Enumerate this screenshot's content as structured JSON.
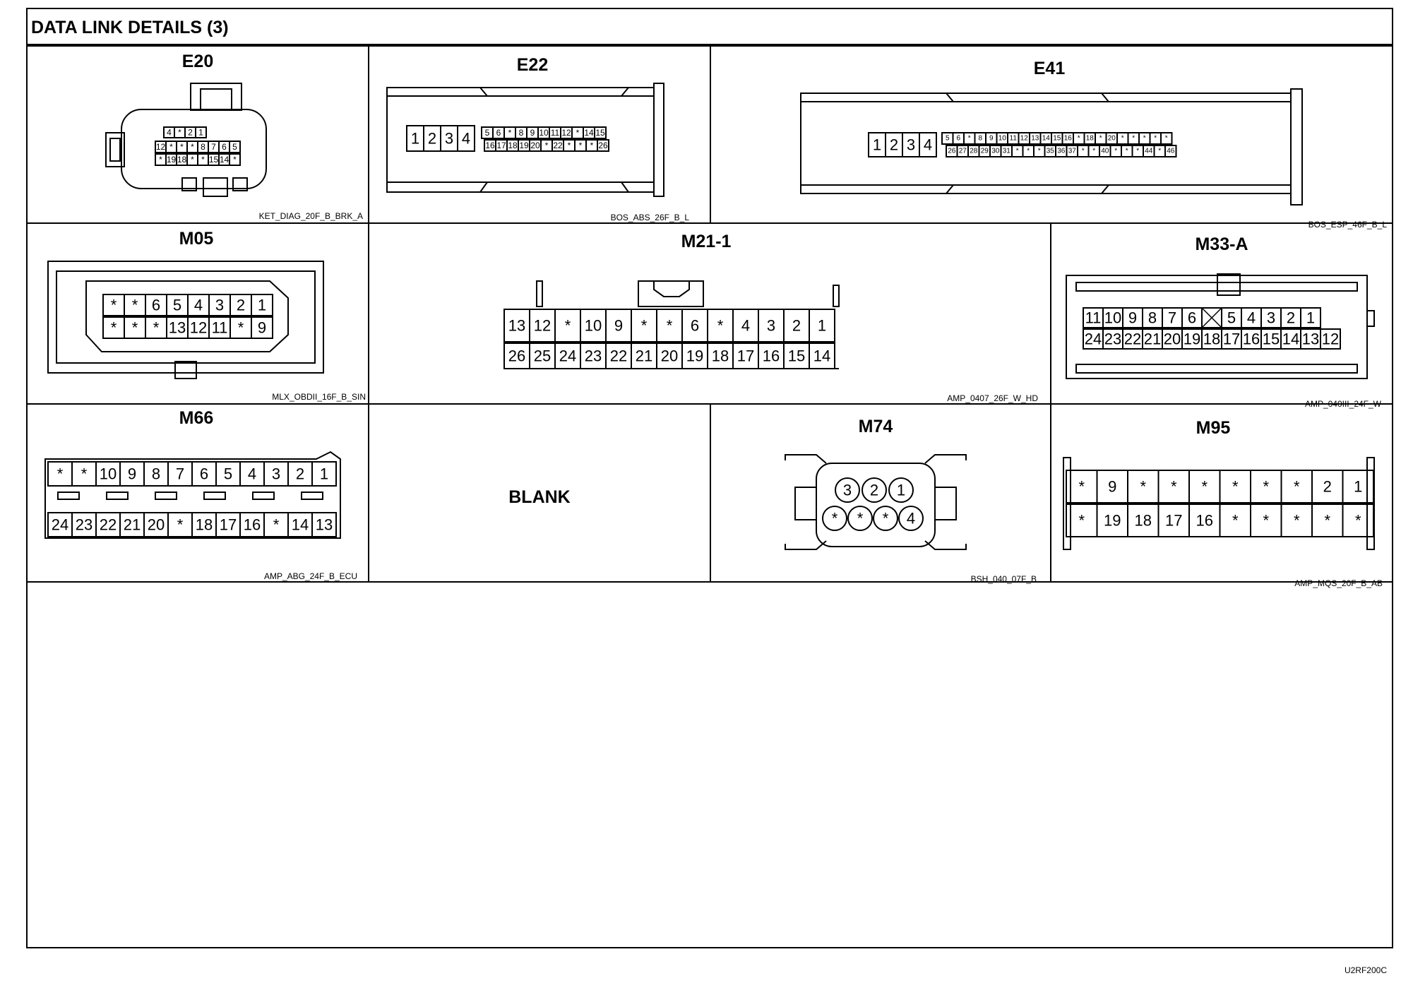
{
  "page": {
    "title": "DATA LINK DETAILS (3)",
    "figure_code": "U2RF200C"
  },
  "connectors": {
    "E20": {
      "name": "E20",
      "part": "KET_DIAG_20F_B_BRK_A",
      "pins": {
        "top": [
          "4",
          "*",
          "2",
          "1"
        ],
        "row1": [
          "12",
          "*",
          "*",
          "*",
          "8",
          "7",
          "6",
          "5"
        ],
        "row2": [
          "*",
          "19",
          "18",
          "*",
          "*",
          "15",
          "14",
          "*"
        ]
      }
    },
    "E22": {
      "name": "E22",
      "part": "BOS_ABS_26F_B_L",
      "pins": {
        "big": [
          "1",
          "2",
          "3",
          "4"
        ],
        "row1": [
          "5",
          "6",
          "*",
          "8",
          "9",
          "10",
          "11",
          "12",
          "*",
          "14",
          "15"
        ],
        "row2": [
          "16",
          "17",
          "18",
          "19",
          "20",
          "*",
          "22",
          "*",
          "*",
          "*",
          "26"
        ]
      }
    },
    "E41": {
      "name": "E41",
      "part": "BOS_ESP_46F_B_L",
      "pins": {
        "big": [
          "1",
          "2",
          "3",
          "4"
        ],
        "row1": [
          "5",
          "6",
          "*",
          "8",
          "9",
          "10",
          "11",
          "12",
          "13",
          "14",
          "15",
          "16",
          "*",
          "18",
          "*",
          "20",
          "*",
          "*",
          "*",
          "*",
          "*"
        ],
        "row2": [
          "26",
          "27",
          "28",
          "29",
          "30",
          "31",
          "*",
          "*",
          "*",
          "35",
          "36",
          "37",
          "*",
          "*",
          "40",
          "*",
          "*",
          "*",
          "44",
          "*",
          "46"
        ]
      }
    },
    "M05": {
      "name": "M05",
      "part": "MLX_OBDII_16F_B_SIN",
      "pins": {
        "row1": [
          "*",
          "*",
          "6",
          "5",
          "4",
          "3",
          "2",
          "1"
        ],
        "row2": [
          "*",
          "*",
          "*",
          "13",
          "12",
          "11",
          "*",
          "9"
        ]
      }
    },
    "M21_1": {
      "name": "M21-1",
      "part": "AMP_0407_26F_W_HD",
      "pins": {
        "row1": [
          "13",
          "12",
          "*",
          "10",
          "9",
          "*",
          "*",
          "6",
          "*",
          "4",
          "3",
          "2",
          "1"
        ],
        "row2": [
          "26",
          "25",
          "24",
          "23",
          "22",
          "21",
          "20",
          "19",
          "18",
          "17",
          "16",
          "15",
          "14"
        ]
      }
    },
    "M33_A": {
      "name": "M33-A",
      "part": "AMP_040III_24F_W",
      "pins": {
        "row1": [
          "11",
          "10",
          "9",
          "8",
          "7",
          "6",
          "",
          "5",
          "4",
          "3",
          "2",
          "1"
        ],
        "row2": [
          "24",
          "23",
          "22",
          "21",
          "20",
          "19",
          "18",
          "17",
          "16",
          "15",
          "14",
          "13",
          "12"
        ]
      }
    },
    "M66": {
      "name": "M66",
      "part": "AMP_ABG_24F_B_ECU",
      "pins": {
        "row1": [
          "*",
          "*",
          "10",
          "9",
          "8",
          "7",
          "6",
          "5",
          "4",
          "3",
          "2",
          "1"
        ],
        "row2": [
          "24",
          "23",
          "22",
          "21",
          "20",
          "*",
          "18",
          "17",
          "16",
          "*",
          "14",
          "13"
        ]
      }
    },
    "BLANK": {
      "label": "BLANK"
    },
    "M74": {
      "name": "M74",
      "part": "BSH_040_07F_B",
      "pins": {
        "row1": [
          "3",
          "2",
          "1"
        ],
        "row2": [
          "*",
          "*",
          "*",
          "4"
        ]
      }
    },
    "M95": {
      "name": "M95",
      "part": "AMP_MQS_20F_B_AB",
      "pins": {
        "row1": [
          "*",
          "9",
          "*",
          "*",
          "*",
          "*",
          "*",
          "*",
          "2",
          "1"
        ],
        "row2": [
          "*",
          "19",
          "18",
          "17",
          "16",
          "*",
          "*",
          "*",
          "*",
          "*"
        ]
      }
    }
  }
}
